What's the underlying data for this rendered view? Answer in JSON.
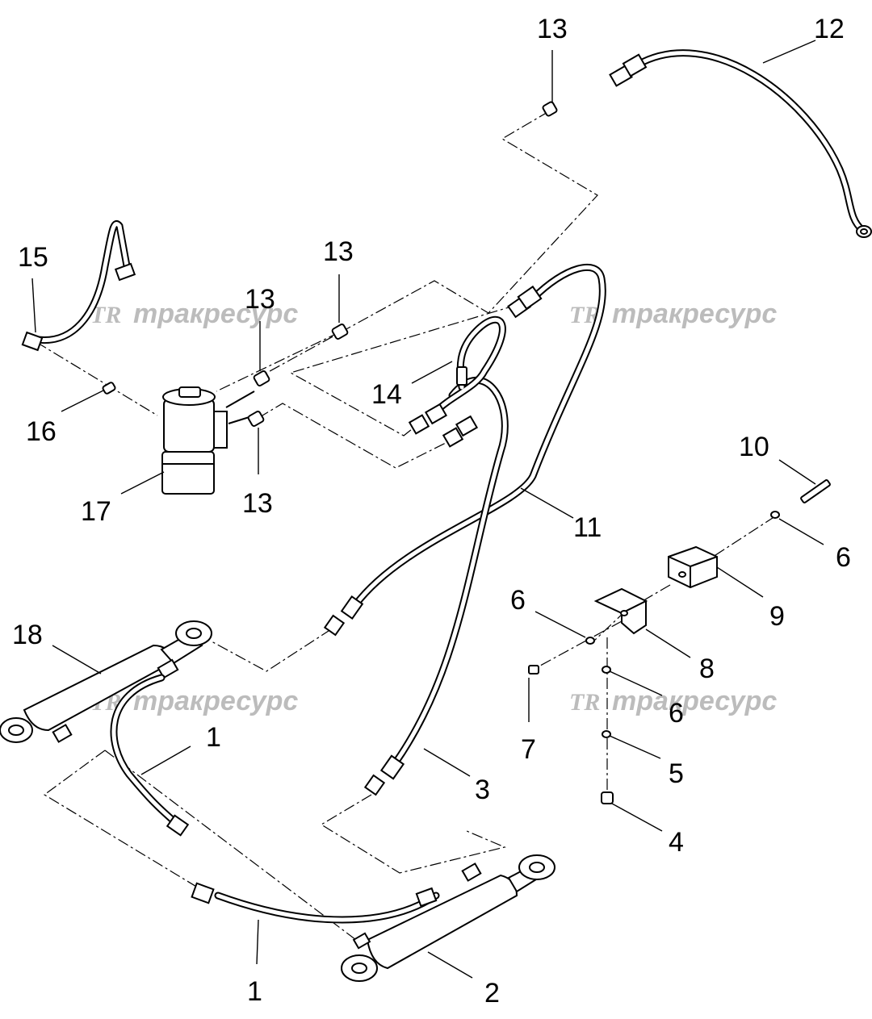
{
  "watermark": {
    "logo": "TR",
    "text": "тракресурс"
  },
  "callouts": {
    "p1_upper": "1",
    "p1_lower": "1",
    "p2": "2",
    "p3": "3",
    "p4": "4",
    "p5": "5",
    "p6_top": "6",
    "p6_left": "6",
    "p6_mid": "6",
    "p7": "7",
    "p8": "8",
    "p9": "9",
    "p10": "10",
    "p11": "11",
    "p12": "12",
    "p13_top": "13",
    "p13_a": "13",
    "p13_b": "13",
    "p13_c": "13",
    "p14": "14",
    "p15": "15",
    "p16": "16",
    "p17": "17",
    "p18": "18"
  }
}
